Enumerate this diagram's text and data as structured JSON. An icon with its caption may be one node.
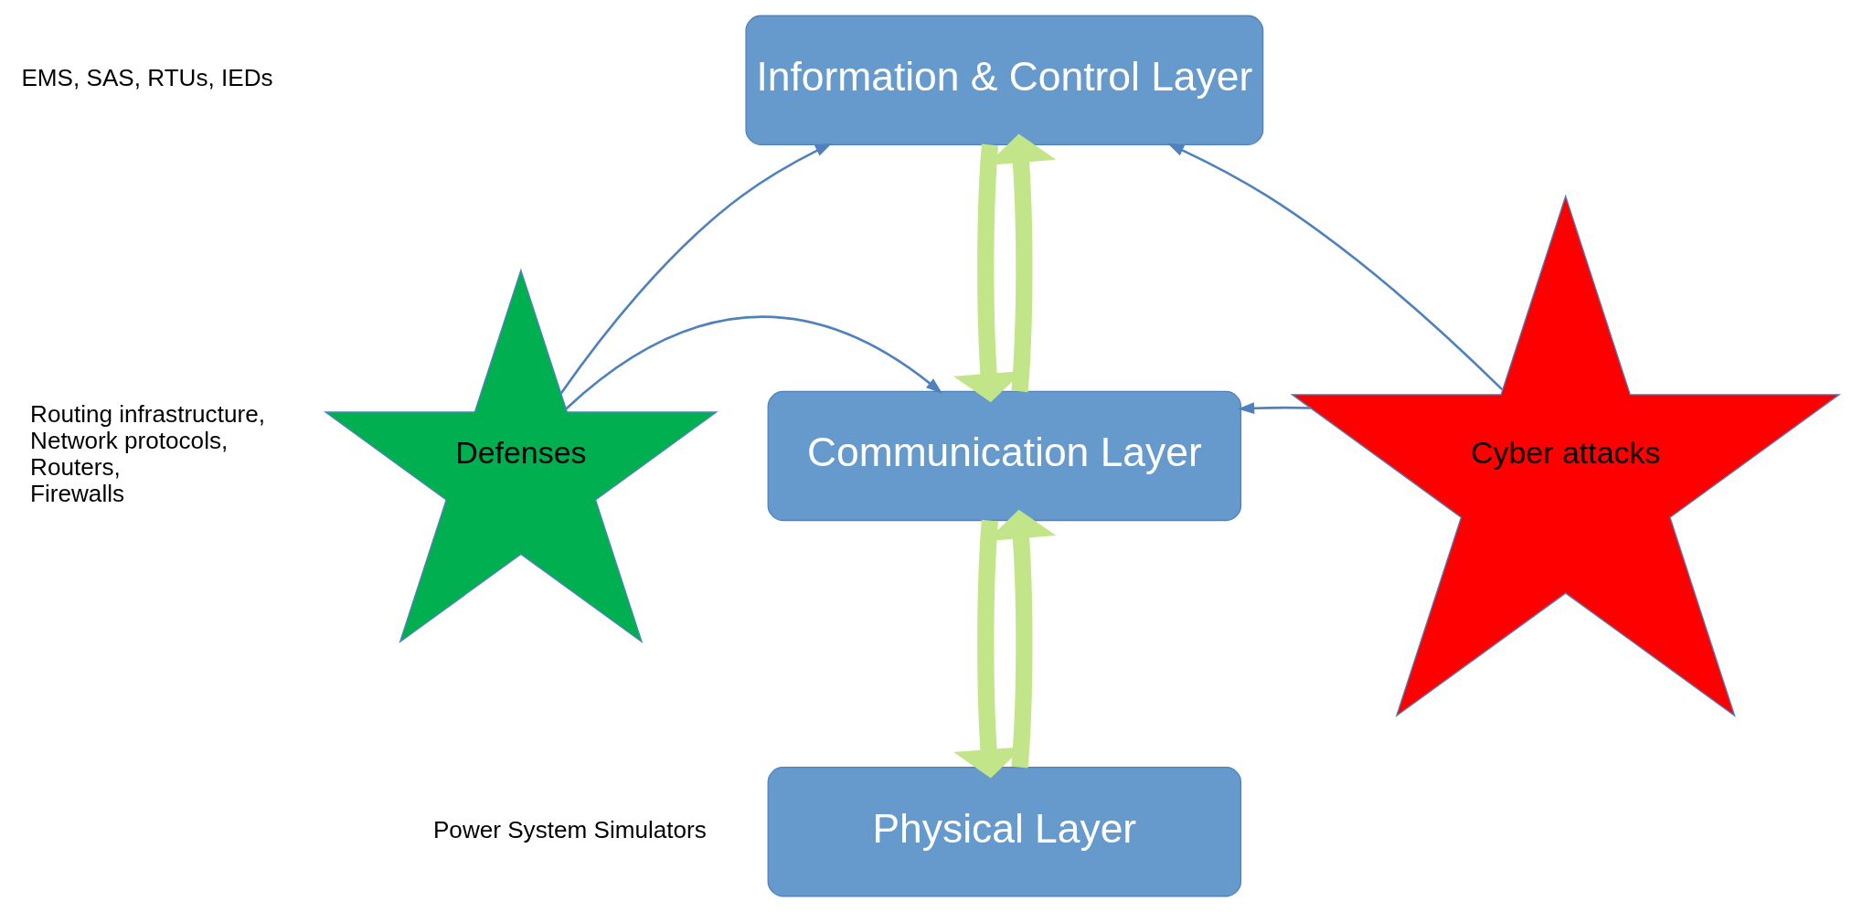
{
  "diagram": {
    "nodes": [
      {
        "text": [
          "Information & Control Layer"
        ]
      },
      {
        "text": [
          "Communication Layer"
        ]
      },
      {
        "text": [
          "Physical Layer"
        ]
      },
      {
        "text": [
          "Defenses"
        ]
      },
      {
        "text": [
          "Cyber attacks"
        ]
      }
    ],
    "edges": [
      {
        "from": 1,
        "to": 0,
        "arrow": "to",
        "style": "thick",
        "color": "#c3e58a"
      },
      {
        "from": 0,
        "to": 1,
        "arrow": "to",
        "style": "thick",
        "color": "#c3e58a"
      },
      {
        "from": 2,
        "to": 1,
        "arrow": "to",
        "style": "thick",
        "color": "#c3e58a"
      },
      {
        "from": 1,
        "to": 2,
        "arrow": "to",
        "style": "thick",
        "color": "#c3e58a"
      },
      {
        "from": 3,
        "to": 0,
        "arrow": "to",
        "color": "#4f81bd"
      },
      {
        "from": 3,
        "to": 1,
        "arrow": "to",
        "color": "#4f81bd"
      },
      {
        "from": 4,
        "to": 0,
        "arrow": "to",
        "color": "#4f81bd"
      },
      {
        "from": 4,
        "to": 1,
        "arrow": "to",
        "color": "#4f81bd"
      }
    ],
    "labels": [
      "EMS, SAS, RTUs, IEDs",
      "Routing infrastructure, Network protocols, Routers, Firewalls",
      "Power System Simulators"
    ]
  }
}
